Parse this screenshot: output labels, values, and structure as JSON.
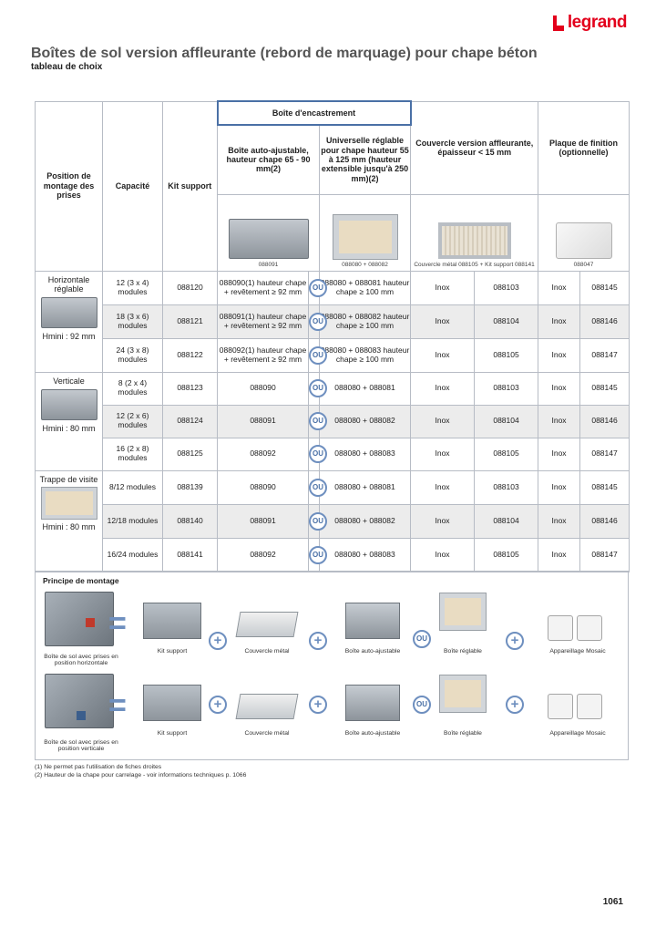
{
  "brand": "legrand",
  "title": "Boîtes de sol version affleurante (rebord de marquage) pour chape béton",
  "subtitle": "tableau de choix",
  "table": {
    "headers": {
      "position": "Position de montage des prises",
      "capacite": "Capacité",
      "kit": "Kit support",
      "encastrement": "Boîte d'encastrement",
      "auto": "Boîte auto-ajustable, hauteur chape 65 - 90 mm(2)",
      "universelle": "Universelle réglable pour chape hauteur 55 à 125 mm (hauteur extensible jusqu'à 250 mm)(2)",
      "couvercle": "Couvercle version affleurante, épaisseur < 15 mm",
      "plaque": "Plaque de finition (optionnelle)"
    },
    "image_captions": {
      "auto": "088091",
      "universelle": "088080 + 088082",
      "couvercle": "Couvercle métal 088105 + Kit support 088141",
      "plaque": "088047"
    },
    "ou_label": "OU",
    "groups": [
      {
        "label": "Horizontale réglable",
        "foot": "Hmini : 92 mm"
      },
      {
        "label": "Verticale",
        "foot": "Hmini : 80 mm"
      },
      {
        "label": "Trappe de visite",
        "foot": "Hmini : 80 mm"
      }
    ],
    "rows": [
      [
        "12 (3 x 4) modules",
        "088120",
        "088090(1) hauteur chape + revêtement ≥ 92 mm",
        "088080 + 088081 hauteur chape ≥ 100 mm",
        "Inox",
        "088103",
        "Inox",
        "088145"
      ],
      [
        "18 (3 x 6) modules",
        "088121",
        "088091(1) hauteur chape + revêtement ≥ 92 mm",
        "088080 + 088082 hauteur chape ≥ 100 mm",
        "Inox",
        "088104",
        "Inox",
        "088146"
      ],
      [
        "24 (3 x 8) modules",
        "088122",
        "088092(1) hauteur chape + revêtement ≥ 92 mm",
        "088080 + 088083 hauteur chape ≥ 100 mm",
        "Inox",
        "088105",
        "Inox",
        "088147"
      ],
      [
        "8 (2 x 4) modules",
        "088123",
        "088090",
        "088080 + 088081",
        "Inox",
        "088103",
        "Inox",
        "088145"
      ],
      [
        "12 (2 x 6) modules",
        "088124",
        "088091",
        "088080 + 088082",
        "Inox",
        "088104",
        "Inox",
        "088146"
      ],
      [
        "16 (2 x 8) modules",
        "088125",
        "088092",
        "088080 + 088083",
        "Inox",
        "088105",
        "Inox",
        "088147"
      ],
      [
        "8/12 modules",
        "088139",
        "088090",
        "088080 + 088081",
        "Inox",
        "088103",
        "Inox",
        "088145"
      ],
      [
        "12/18 modules",
        "088140",
        "088091",
        "088080 + 088082",
        "Inox",
        "088104",
        "Inox",
        "088146"
      ],
      [
        "16/24 modules",
        "088141",
        "088092",
        "088080 + 088083",
        "Inox",
        "088105",
        "Inox",
        "088147"
      ]
    ]
  },
  "montage": {
    "title": "Principe de montage",
    "ou_label": "OU",
    "row1": {
      "result": "Boîte de sol avec prises en position horizontale",
      "kit": "Kit support",
      "couvercle": "Couvercle métal",
      "auto": "Boîte auto-ajustable",
      "reglable": "Boîte réglable",
      "mosaic": "Appareillage Mosaic"
    },
    "row2": {
      "result": "Boîte de sol avec prises en position verticale",
      "kit": "Kit support",
      "couvercle": "Couvercle métal",
      "auto": "Boîte auto-ajustable",
      "reglable": "Boîte réglable",
      "mosaic": "Appareillage Mosaic"
    }
  },
  "notes": [
    "(1) Ne permet pas l'utilisation de fiches droites",
    "(2) Hauteur de la chape pour carrelage - voir informations techniques p. 1066"
  ],
  "page_number": "1061",
  "colors": {
    "brand_red": "#e3001b",
    "accent_blue": "#4a70a6",
    "row_grey": "#ececec"
  }
}
